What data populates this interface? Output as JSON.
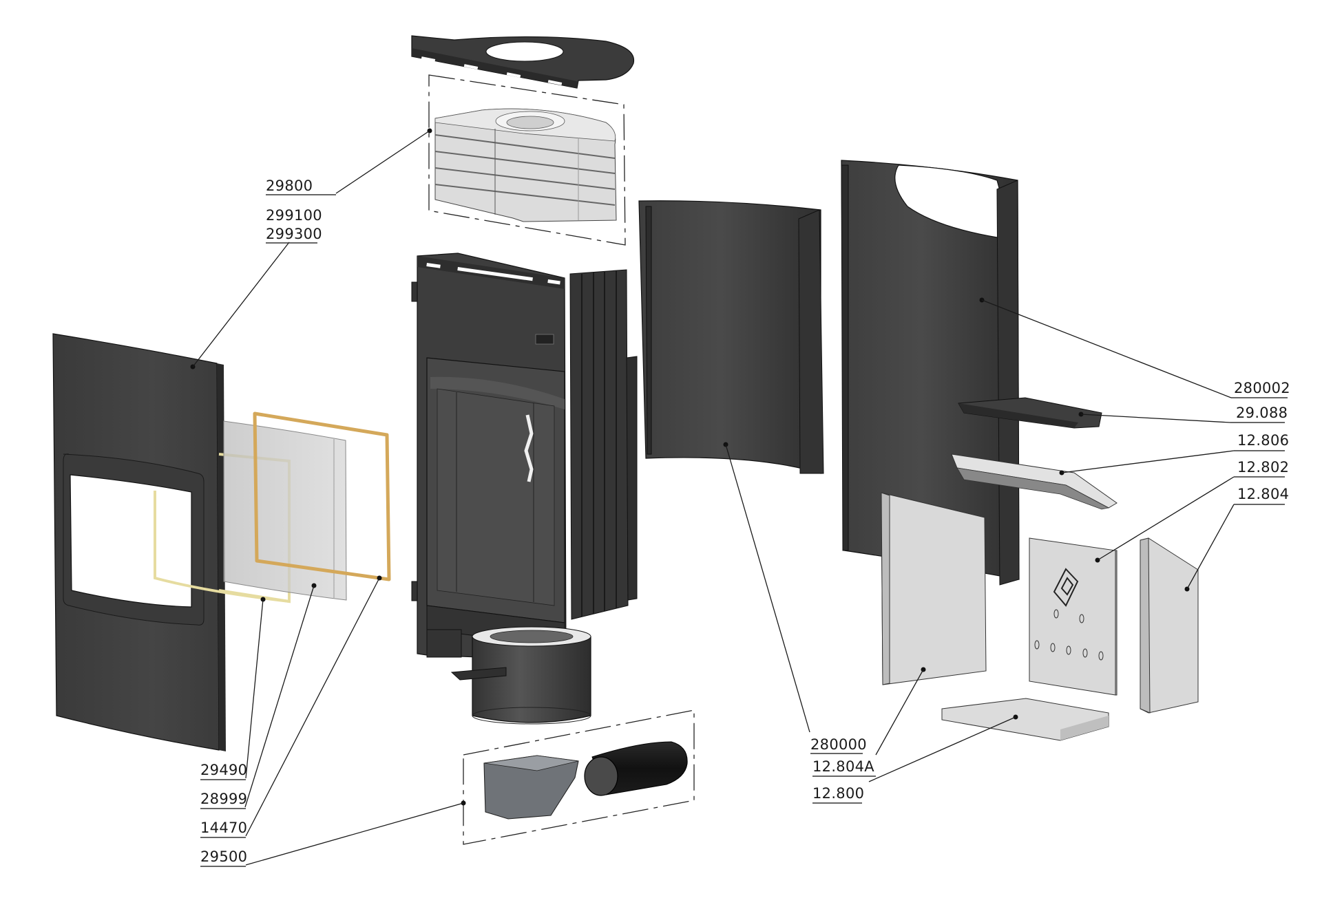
{
  "diagram": {
    "type": "exploded-parts-view",
    "subject": "wood-burning stove assembly",
    "colors": {
      "steel_dark": "#3d3d3d",
      "steel_mid": "#4a4a4a",
      "ceramic": "#d9d9d9",
      "gasket_gold": "#d4a85a",
      "gasket_cream": "#e6dca0",
      "glass": "#c8c8c8",
      "line": "#1a1a1a"
    },
    "labels": {
      "p29800": "29800",
      "p299100": "299100",
      "p299300": "299300",
      "p29490": "29490",
      "p28999": "28999",
      "p14470": "14470",
      "p29500": "29500",
      "p280000": "280000",
      "p12804A": "12.804A",
      "p12800": "12.800",
      "p280002": "280002",
      "p29088": "29.088",
      "p12806": "12.806",
      "p12802": "12.802",
      "p12804": "12.804"
    },
    "parts": [
      {
        "id": "29800",
        "name": "ceramic heat-storage ring stack"
      },
      {
        "id": "299100",
        "name": "front door panel"
      },
      {
        "id": "299300",
        "name": "front door panel (variant)"
      },
      {
        "id": "29490",
        "name": "door glass gasket"
      },
      {
        "id": "28999",
        "name": "door glass"
      },
      {
        "id": "14470",
        "name": "door seal rope"
      },
      {
        "id": "29500",
        "name": "external air kit (connector and hose)"
      },
      {
        "id": "280000",
        "name": "side shell panel"
      },
      {
        "id": "12.804A",
        "name": "left firebrick"
      },
      {
        "id": "12.800",
        "name": "base firebrick"
      },
      {
        "id": "280002",
        "name": "rear shell panel"
      },
      {
        "id": "29.088",
        "name": "baffle plate"
      },
      {
        "id": "12.806",
        "name": "top baffle firebrick"
      },
      {
        "id": "12.802",
        "name": "rear firebrick"
      },
      {
        "id": "12.804",
        "name": "right firebrick"
      }
    ]
  }
}
